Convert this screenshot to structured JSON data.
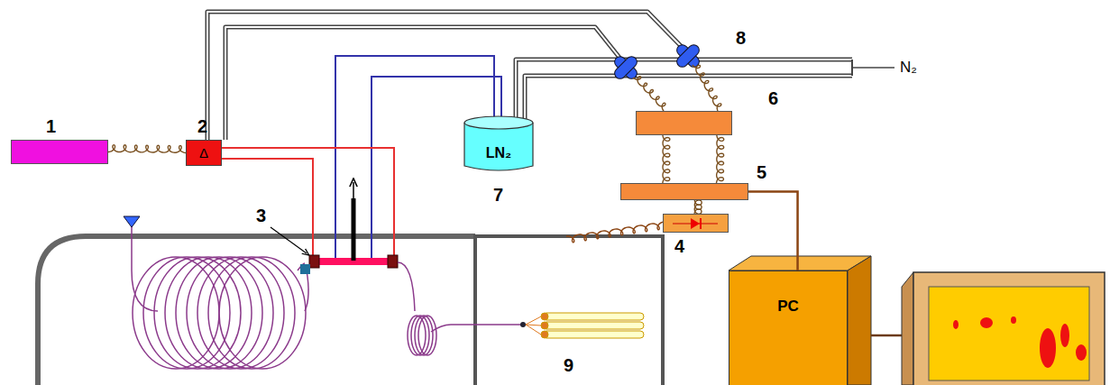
{
  "diagram": {
    "nodes": [
      {
        "text": [
          "1"
        ]
      },
      {
        "text": [
          "2",
          "Δ"
        ]
      },
      {
        "text": [
          "LN₂",
          "7"
        ]
      },
      {
        "text": [
          "6"
        ]
      },
      {
        "text": [
          "5"
        ]
      },
      {
        "text": [
          "4"
        ]
      },
      {
        "text": [
          "PC"
        ]
      },
      {
        "text": [
          "9"
        ]
      }
    ],
    "edges": [
      {
        "from": 0,
        "to": 1,
        "arrow": "none"
      },
      {
        "from": 3,
        "to": 4,
        "arrow": "none"
      },
      {
        "from": 3,
        "to": 4,
        "arrow": "none"
      },
      {
        "from": 4,
        "to": 5,
        "arrow": "none"
      },
      {
        "from": 4,
        "to": 6,
        "arrow": "none"
      }
    ],
    "labels": [
      "3",
      "8",
      "N₂"
    ]
  }
}
